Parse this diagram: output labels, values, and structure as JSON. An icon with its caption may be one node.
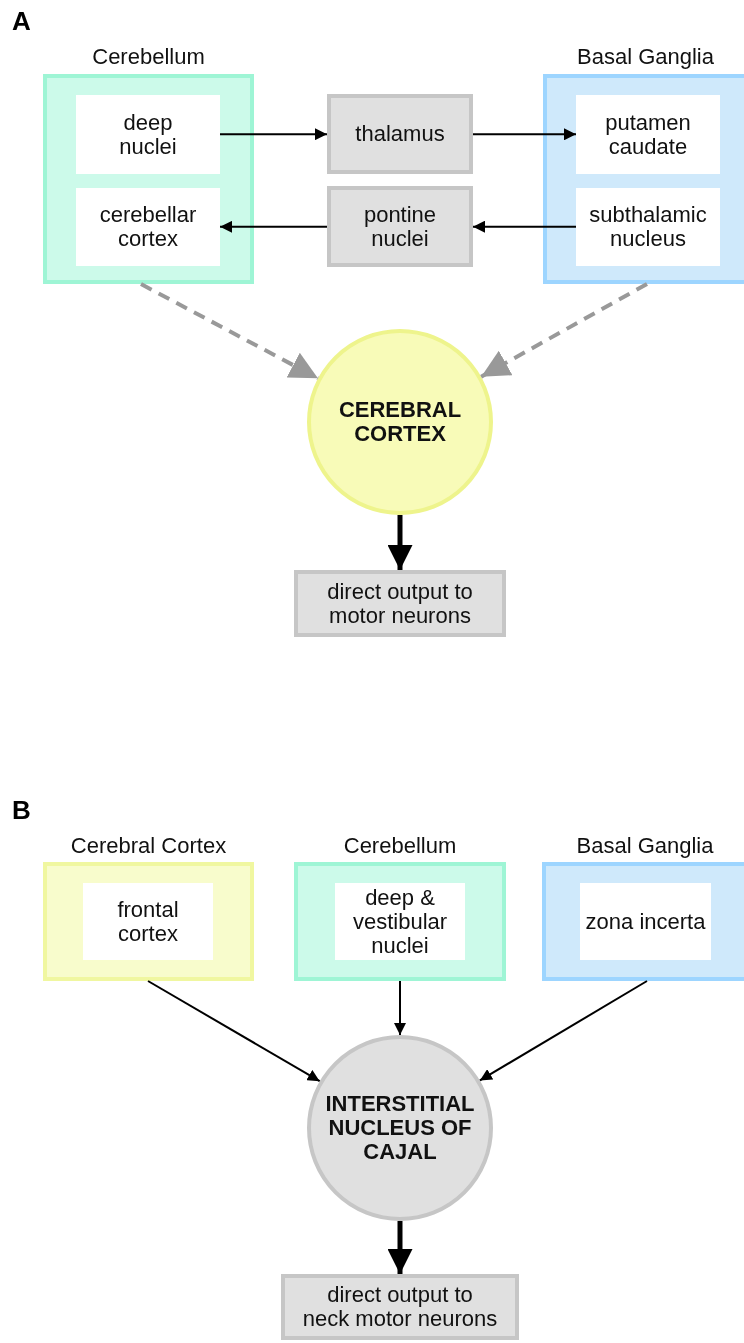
{
  "diagram": {
    "nodes": [
      {
        "text": [
          "Cerebellum"
        ]
      },
      {
        "text": [
          "deep nuclei"
        ],
        "in": 0
      },
      {
        "text": [
          "cerebellar cortex"
        ],
        "in": 0
      },
      {
        "text": [
          "thalamus"
        ]
      },
      {
        "text": [
          "pontine nuclei"
        ]
      },
      {
        "text": [
          "Basal Ganglia"
        ]
      },
      {
        "text": [
          "putamen caudate"
        ],
        "in": 5
      },
      {
        "text": [
          "subthalamic nucleus"
        ],
        "in": 5
      },
      {
        "text": [
          "CEREBRAL CORTEX"
        ]
      },
      {
        "text": [
          "direct output to motor neurons"
        ]
      },
      {
        "text": [
          "Cerebral Cortex"
        ]
      },
      {
        "text": [
          "frontal cortex"
        ],
        "in": 10
      },
      {
        "text": [
          "Cerebellum"
        ]
      },
      {
        "text": [
          "deep & vestibular nuclei"
        ],
        "in": 12
      },
      {
        "text": [
          "Basal Ganglia"
        ]
      },
      {
        "text": [
          "zona incerta"
        ],
        "in": 14
      },
      {
        "text": [
          "INTERSTITIAL NUCLEUS OF CAJAL"
        ]
      },
      {
        "text": [
          "direct output to neck motor neurons"
        ]
      }
    ],
    "edges": [
      {
        "from": 1,
        "to": 3,
        "arrow": "to"
      },
      {
        "from": 3,
        "to": 6,
        "arrow": "to"
      },
      {
        "from": 7,
        "to": 4,
        "arrow": "to"
      },
      {
        "from": 4,
        "to": 2,
        "arrow": "to"
      },
      {
        "from": 0,
        "to": 8,
        "arrow": "to",
        "style": "dashed",
        "color": "#999999"
      },
      {
        "from": 5,
        "to": 8,
        "arrow": "to",
        "style": "dashed",
        "color": "#999999"
      },
      {
        "from": 8,
        "to": 9,
        "arrow": "to",
        "style": "thick"
      },
      {
        "from": 10,
        "to": 16,
        "arrow": "to"
      },
      {
        "from": 12,
        "to": 16,
        "arrow": "to"
      },
      {
        "from": 14,
        "to": 16,
        "arrow": "to"
      },
      {
        "from": 16,
        "to": 17,
        "arrow": "to",
        "style": "thick"
      }
    ],
    "labels": [
      "A",
      "B"
    ]
  }
}
